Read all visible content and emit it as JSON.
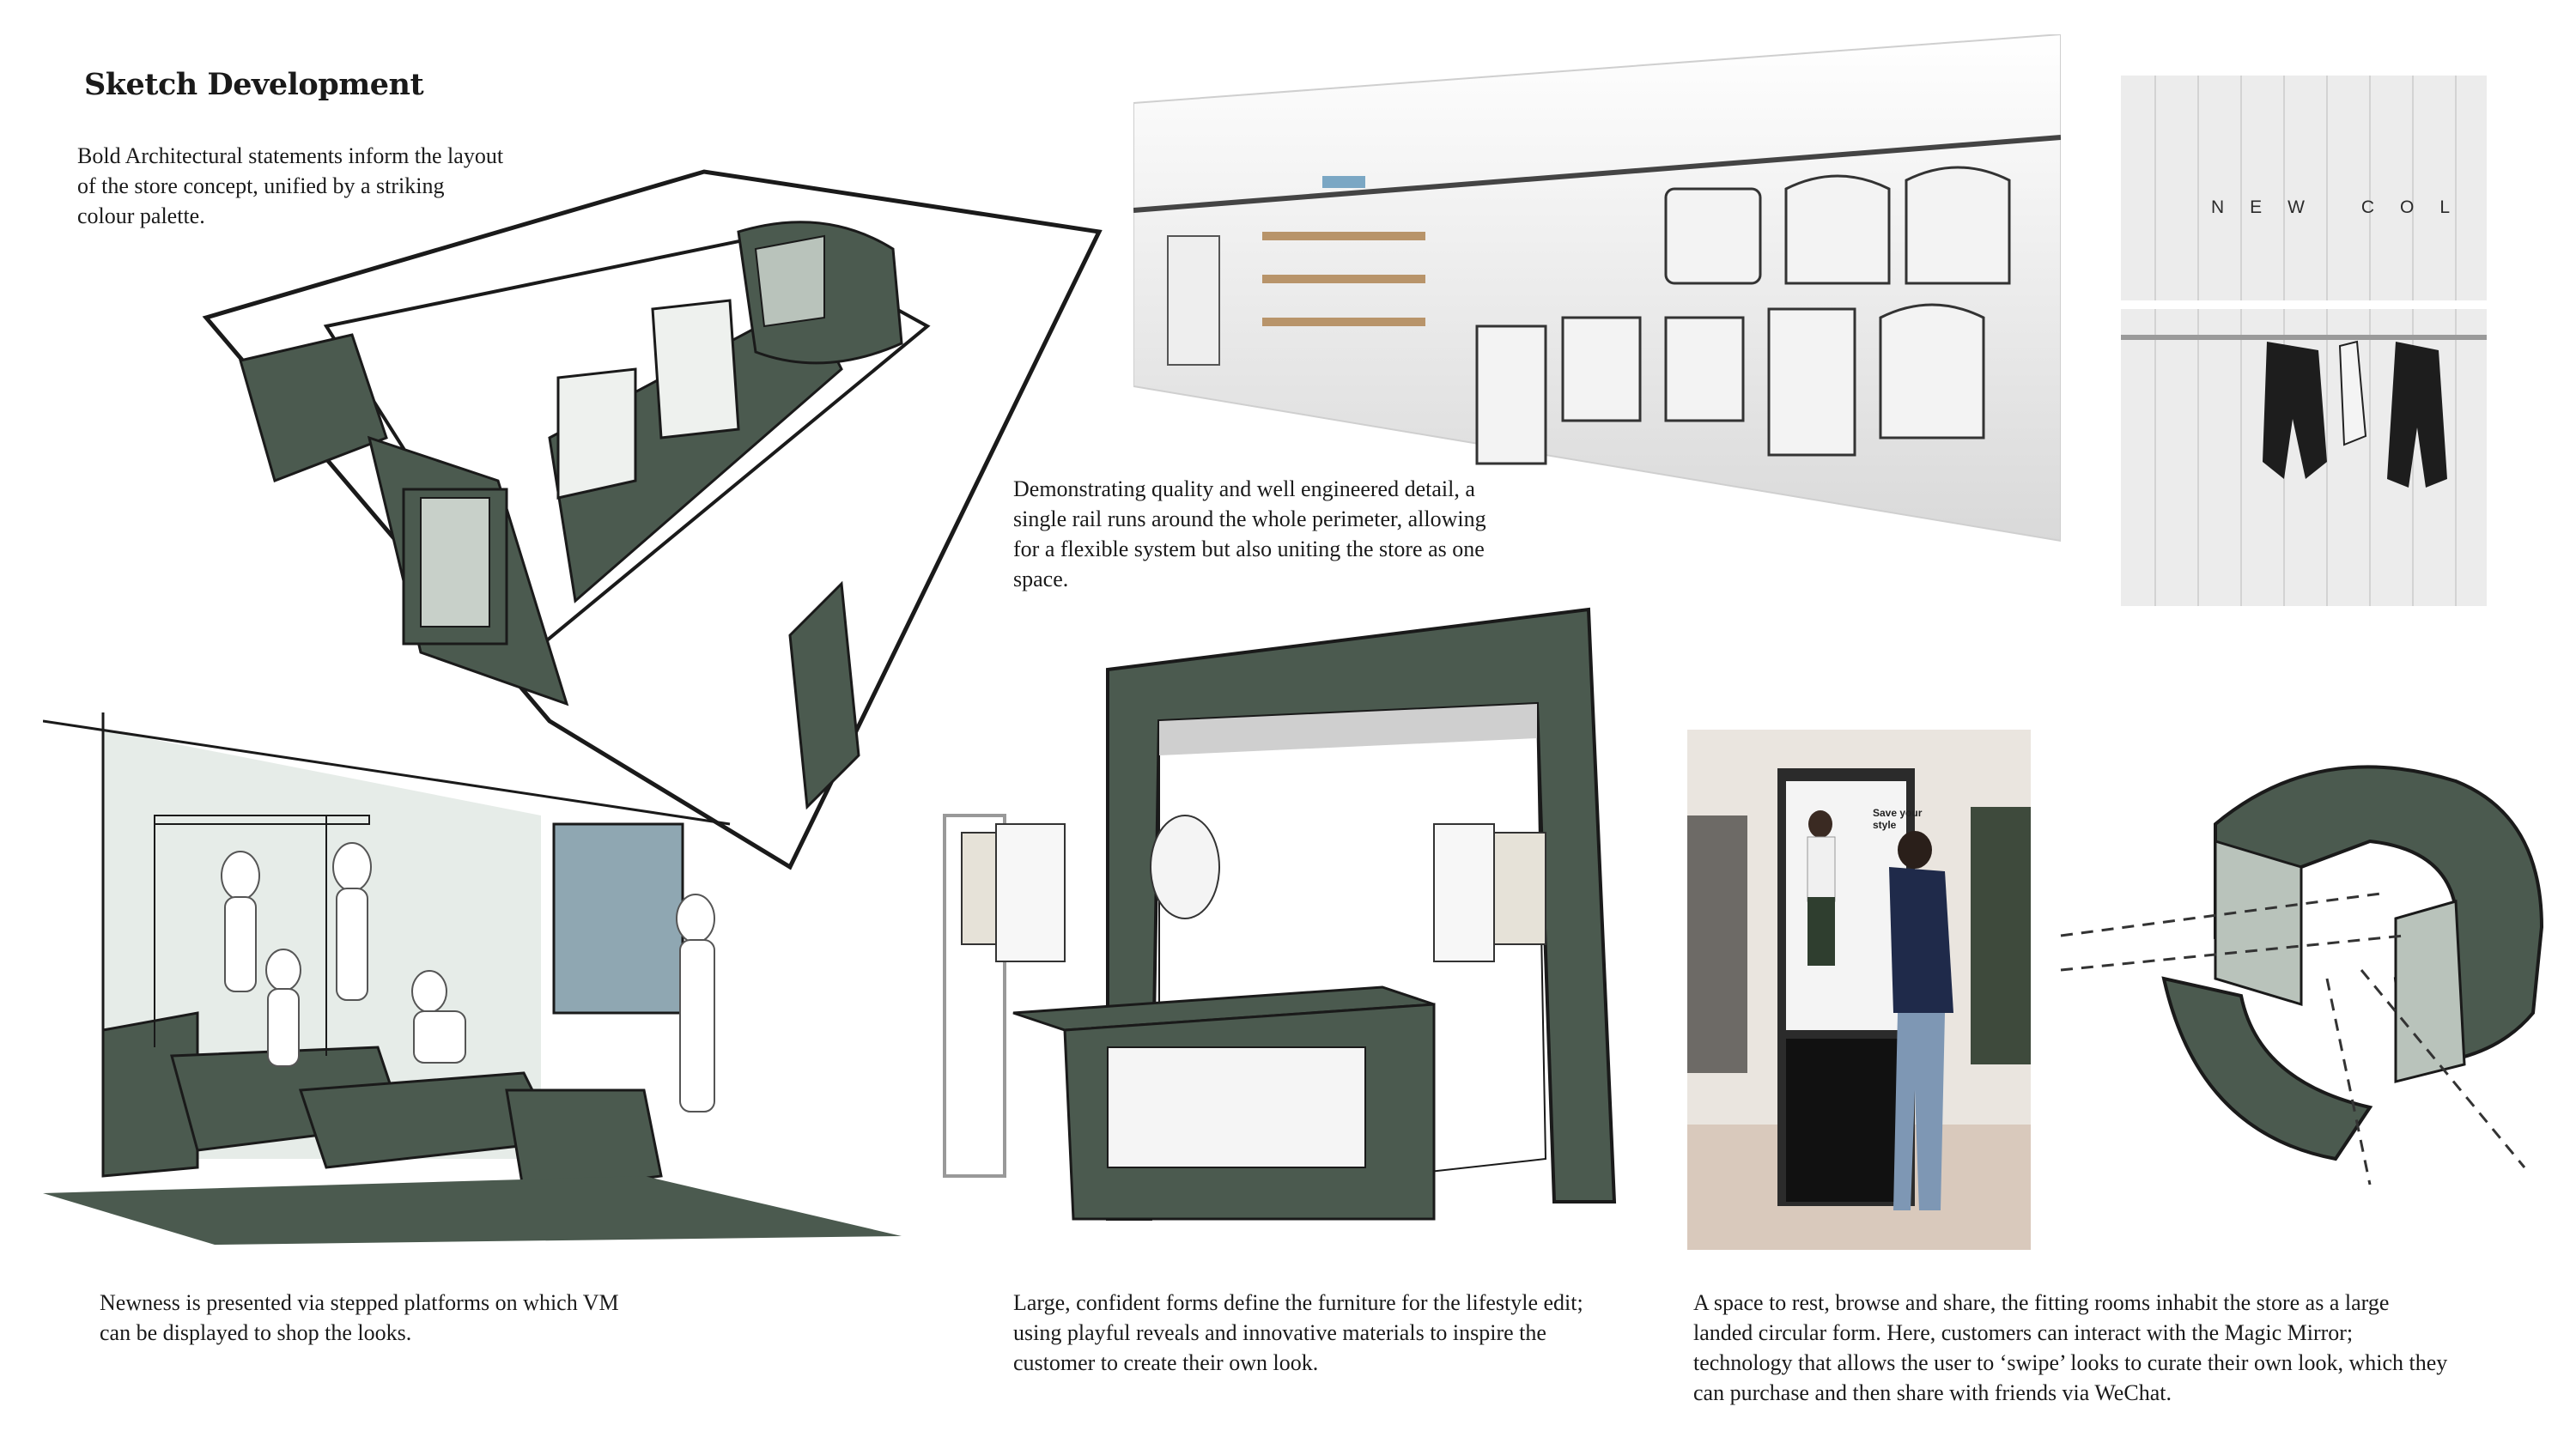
{
  "title": "Sketch Development",
  "captions": {
    "layout": "Bold Architectural statements inform the layout of the store concept, unified by a striking colour palette.",
    "rail": "Demonstrating quality and well engineered detail, a single rail runs around the whole perimeter, allowing for a flexible system but also uniting the store as one space.",
    "platforms": "Newness is presented via stepped platforms on which VM can be displayed to shop the looks.",
    "furniture": "Large, confident forms define the furniture for the lifestyle edit; using playful reveals and innovative materials to inspire the customer to create their own look.",
    "fitting": "A space to rest, browse and share, the fitting rooms inhabit the store as a large landed circular form. Here, customers can interact with the Magic Mirror; technology that allows the user to ‘swipe’ looks to curate their own look, which they can purchase and then share with friends via WeChat."
  },
  "photo_sign": "NEW COL",
  "mirror_screen_text": [
    "Save your",
    "style"
  ],
  "colors": {
    "accent_green": "#4b5a4f",
    "light_green": "#b9c3bb",
    "ink": "#1a1a1a",
    "paper": "#ffffff"
  }
}
